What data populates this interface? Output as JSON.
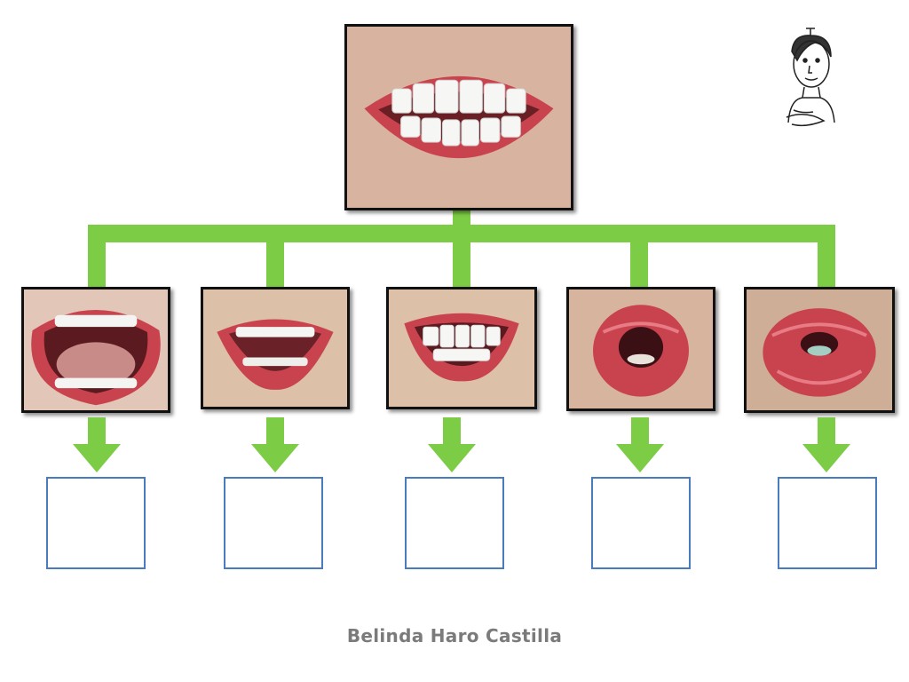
{
  "author": "Belinda Haro Castilla",
  "colors": {
    "connector": "#7dcc45",
    "answer_border": "#4a7bbd",
    "photo_border": "#111111",
    "lip": "#c9434f",
    "skin": "#dcb9a6",
    "author_text": "#7b7b7b"
  },
  "icons": {
    "character": "thinking-person-icon"
  },
  "main_photo": {
    "name": "smile-big-teeth"
  },
  "mouth_photos": [
    {
      "name": "mouth-wide-open"
    },
    {
      "name": "mouth-half-open"
    },
    {
      "name": "mouth-smile-teeth"
    },
    {
      "name": "mouth-round-open"
    },
    {
      "name": "mouth-pucker"
    }
  ],
  "answers": [
    "",
    "",
    "",
    "",
    ""
  ]
}
